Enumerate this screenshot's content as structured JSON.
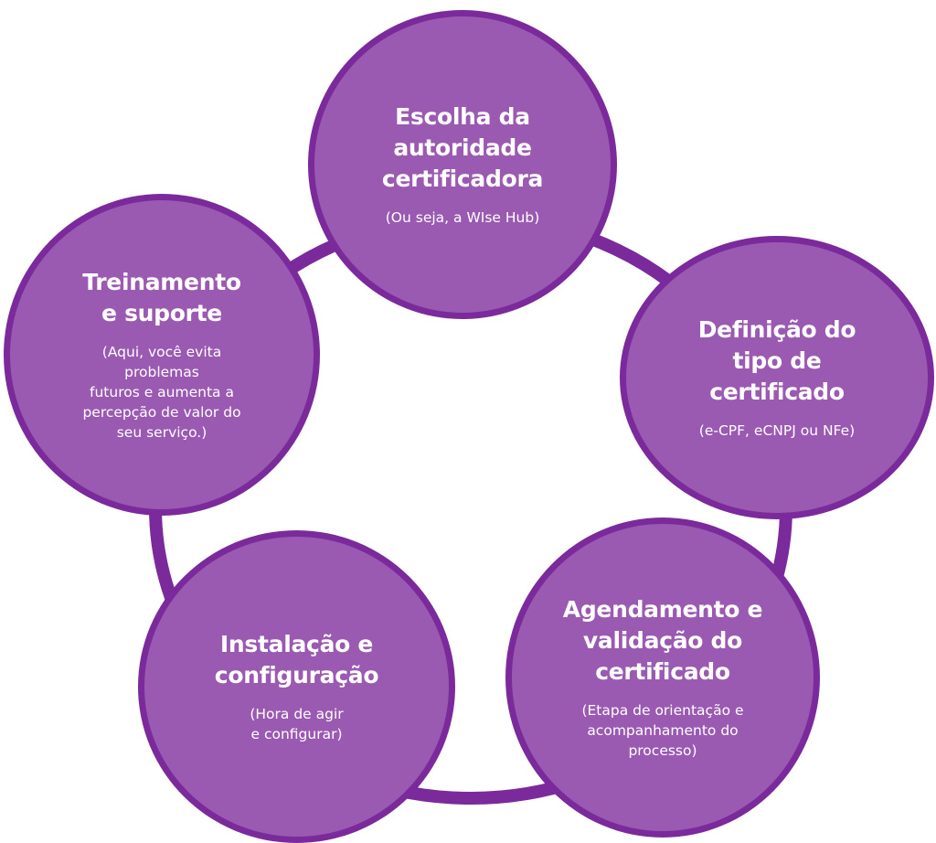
{
  "colors": {
    "node_fill": "#9b5ab1",
    "node_border": "#7b2a9c",
    "ring": "#7b2a9c",
    "text": "#ffffff"
  },
  "nodes": [
    {
      "title_lines": [
        "Escolha da",
        "autoridade",
        "certificadora"
      ],
      "sub_lines": [
        "(Ou seja, a WIse Hub)"
      ]
    },
    {
      "title_lines": [
        "Definição do",
        "tipo de",
        "certificado"
      ],
      "sub_lines": [
        "(e-CPF, eCNPJ ou NFe)"
      ]
    },
    {
      "title_lines": [
        "Agendamento e",
        "validação do",
        "certificado"
      ],
      "sub_lines": [
        "(Etapa de orientação e",
        "acompanhamento do",
        "processo)"
      ]
    },
    {
      "title_lines": [
        "Instalação e",
        "configuração"
      ],
      "sub_lines": [
        "(Hora de agir",
        "e configurar)"
      ]
    },
    {
      "title_lines": [
        "Treinamento",
        "e suporte"
      ],
      "sub_lines": [
        "(Aqui, você evita",
        "problemas",
        "futuros e aumenta a",
        "percepção de valor do",
        "seu serviço.)"
      ]
    }
  ]
}
